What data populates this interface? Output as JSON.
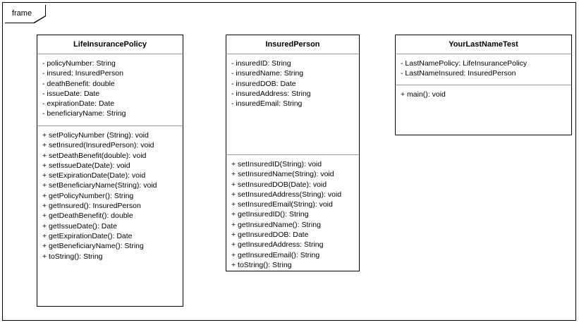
{
  "frame": {
    "label": "frame"
  },
  "classes": [
    {
      "name": "LifeInsurancePolicy",
      "attributes": [
        "- policyNumber: String",
        "- insured: InsuredPerson",
        "- deathBenefit: double",
        "- issueDate: Date",
        "- expirationDate: Date",
        "- beneficiaryName: String"
      ],
      "methods": [
        "+ setPolicyNumber (String): void",
        "+ setInsured(InsuredPerson): void",
        "+ setDeathBenefit(double): void",
        "+ setIssueDate(Date): void",
        "+ setExpirationDate(Date): void",
        "+ setBeneficiaryName(String): void",
        "+ getPolicyNumber(): String",
        "+ getInsured(): InsuredPerson",
        "+ getDeathBenefit(): double",
        "+ getIssueDate(): Date",
        "+ getExpirationDate(): Date",
        "+ getBeneficiaryName(): String",
        "+ toString(): String"
      ]
    },
    {
      "name": "InsuredPerson",
      "attributes": [
        "- insuredID: String",
        "- insuredName: String",
        "- insuredDOB: Date",
        "- insuredAddress: String",
        "- insuredEmail: String"
      ],
      "methods": [
        "+ setInsuredID(String): void",
        "+ setInsuredName(String): void",
        "+ setInsuredDOB(Date): void",
        "+ setInsuredAddress(String): void",
        "+ setInsuredEmail(String): void",
        "+ getInsuredID(): String",
        "+ getInsuredName(): String",
        "+ getInsuredDOB: Date",
        "+ getInsuredAddress: String",
        "+ getInsuredEmail(): String",
        "+ toString(): String"
      ]
    },
    {
      "name": "YourLastNameTest",
      "attributes": [
        "- LastNamePolicy: LifeInsurancePolicy",
        "- LastNameInsured: InsuredPerson"
      ],
      "methods": [
        "+ main(): void"
      ]
    }
  ],
  "colors": {
    "border": "#000000",
    "divider": "#9a9a9a",
    "background": "#ffffff",
    "text": "#000000"
  }
}
